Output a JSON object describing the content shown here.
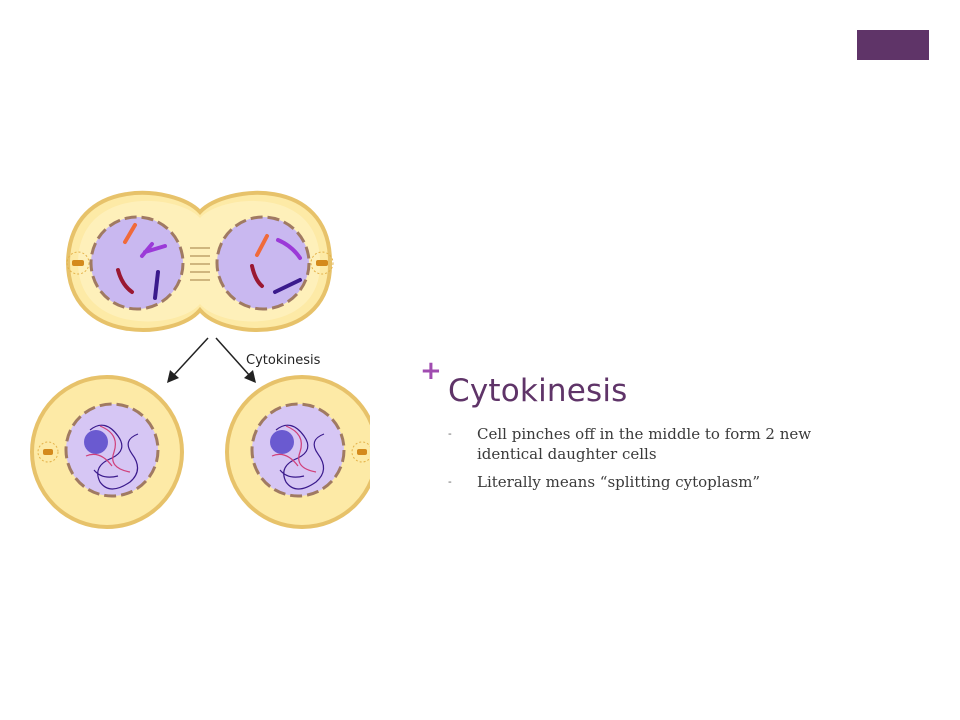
{
  "slide": {
    "accent_color": "#5f3468",
    "plus_color": "#a04cb0",
    "plus_symbol": "+",
    "title": "Cytokinesis",
    "bullets": [
      "Cell pinches off in the middle to form 2 new identical daughter cells",
      "Literally means “splitting cytoplasm”"
    ],
    "bullet_marker": "-"
  },
  "illustration": {
    "label": "Cytokinesis",
    "cell_fill": "#fdeaa6",
    "nucleus_fill": "#c9b8f0",
    "icons": [
      "dividing-cell-icon",
      "arrow-icon",
      "daughter-cell-icon"
    ]
  }
}
